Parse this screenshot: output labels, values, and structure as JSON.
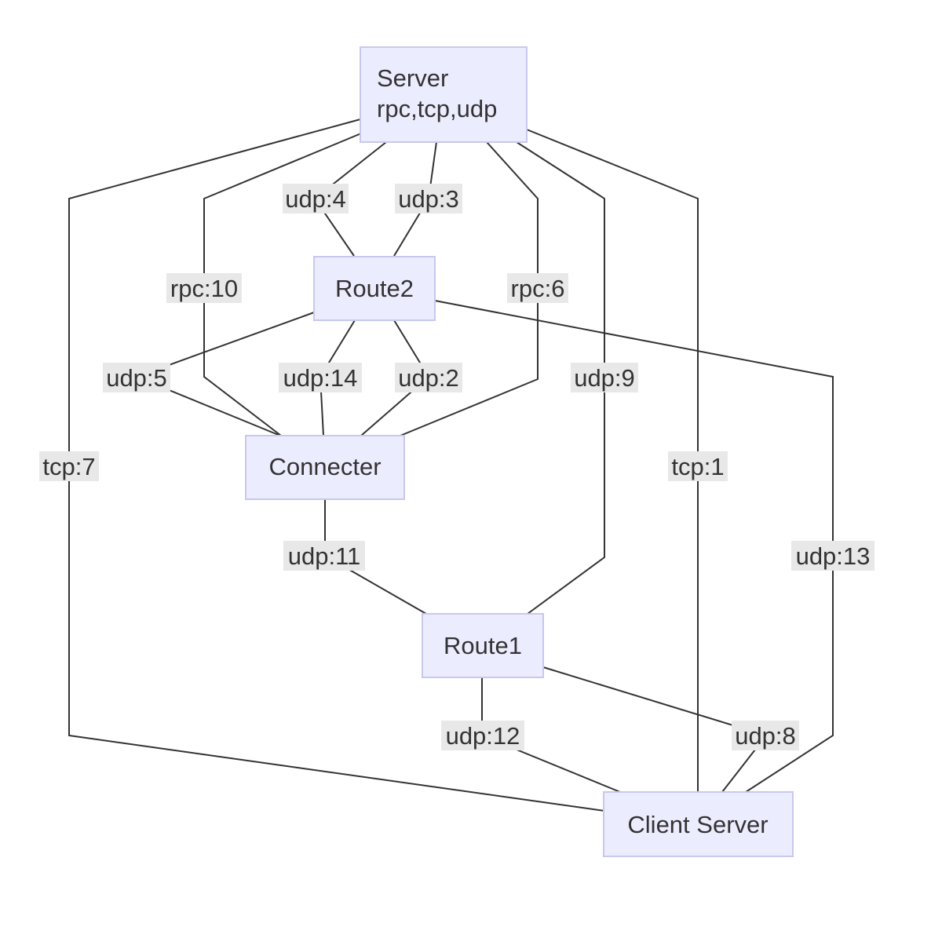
{
  "nodes": {
    "server": {
      "line1": "Server",
      "line2": "rpc,tcp,udp"
    },
    "route2": {
      "label": "Route2"
    },
    "connecter": {
      "label": "Connecter"
    },
    "route1": {
      "label": "Route1"
    },
    "client_server": {
      "label": "Client Server"
    }
  },
  "edges": [
    {
      "from": "Server",
      "to": "Client Server",
      "label": "tcp:1"
    },
    {
      "from": "Route2",
      "to": "Connecter",
      "label": "udp:2"
    },
    {
      "from": "Server",
      "to": "Route2",
      "label": "udp:3"
    },
    {
      "from": "Server",
      "to": "Route2",
      "label": "udp:4"
    },
    {
      "from": "Route2",
      "to": "Connecter",
      "label": "udp:5"
    },
    {
      "from": "Server",
      "to": "Connecter",
      "label": "rpc:6"
    },
    {
      "from": "Server",
      "to": "Client Server",
      "label": "tcp:7"
    },
    {
      "from": "Route1",
      "to": "Client Server",
      "label": "udp:8"
    },
    {
      "from": "Server",
      "to": "Route1",
      "label": "udp:9"
    },
    {
      "from": "Server",
      "to": "Connecter",
      "label": "rpc:10"
    },
    {
      "from": "Connecter",
      "to": "Route1",
      "label": "udp:11"
    },
    {
      "from": "Route1",
      "to": "Client Server",
      "label": "udp:12"
    },
    {
      "from": "Route2",
      "to": "Client Server",
      "label": "udp:13"
    },
    {
      "from": "Route2",
      "to": "Connecter",
      "label": "udp:14"
    }
  ],
  "colors": {
    "node_fill": "#ececff",
    "node_border": "#c8c8ee",
    "edge": "#333333",
    "label_bg": "#e8e8e8",
    "text": "#333333"
  }
}
